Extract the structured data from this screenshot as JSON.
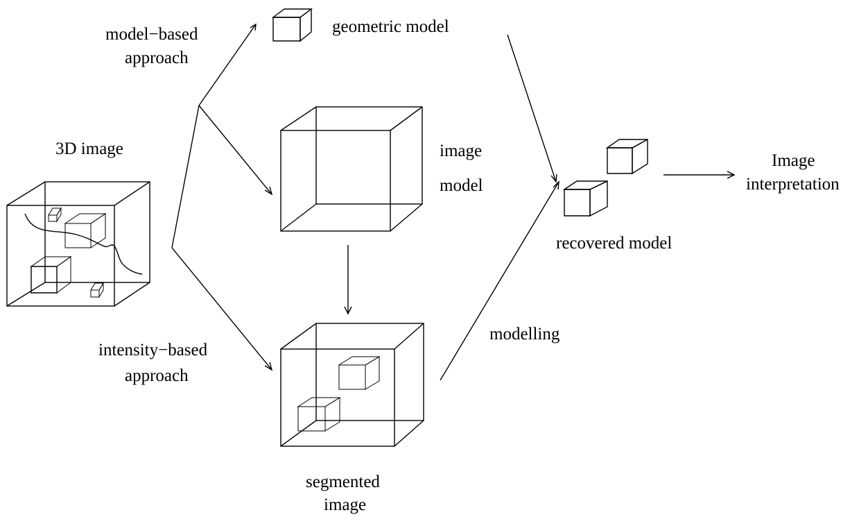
{
  "labels": {
    "model_based_1": "model−based",
    "model_based_2": "approach",
    "geometric_model": "geometric model",
    "image_3d": "3D image",
    "image_model_1": "image",
    "image_model_2": "model",
    "image_interp_1": "Image",
    "image_interp_2": "interpretation",
    "recovered_model": "recovered model",
    "modelling": "modelling",
    "intensity_based_1": "intensity−based",
    "intensity_based_2": "approach",
    "segmented_1": "segmented",
    "segmented_2": "image"
  },
  "colors": {
    "line": "#000000",
    "background": "#ffffff",
    "light_cube": "#cccccc",
    "dark_cube": "#888888"
  }
}
